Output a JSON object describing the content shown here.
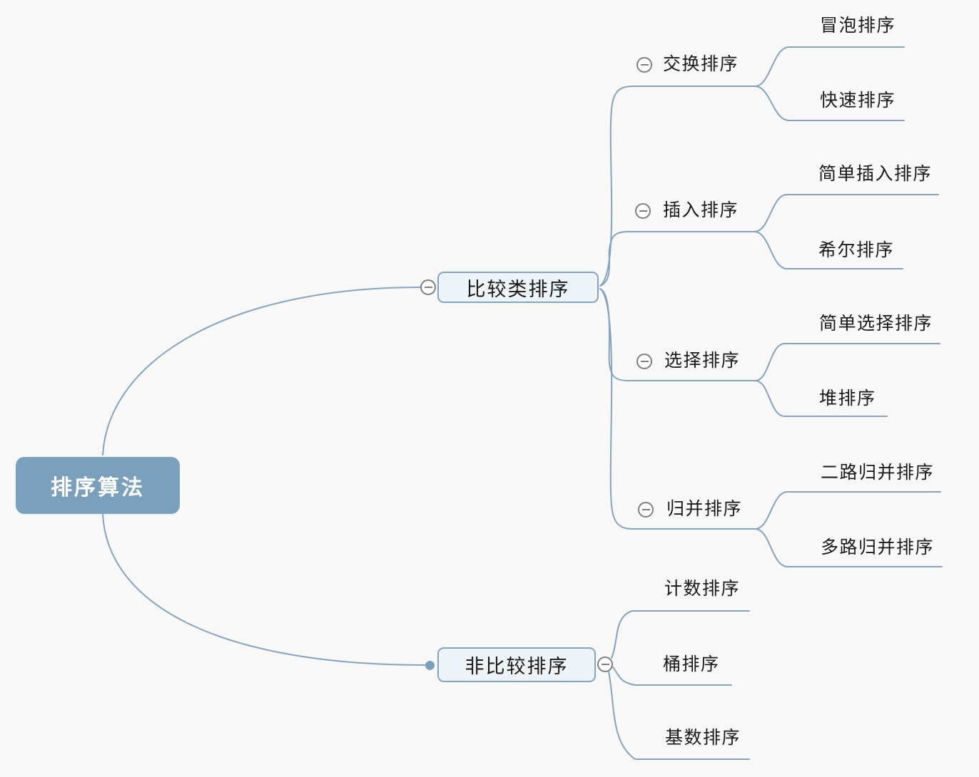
{
  "colors": {
    "background": "#f8f8f8",
    "edge": "#86a3bd",
    "root_fill": "#7ba0bc",
    "root_text": "#ffffff",
    "branch_fill": "#eef3f8",
    "branch_border": "#84a3be",
    "text": "#1a1a1a",
    "collapse_icon_gray": "#7f7f7f"
  },
  "root": {
    "label": "排序算法"
  },
  "branches": [
    {
      "label": "比较类排序",
      "collapse_icon": "minus-circle",
      "children": [
        {
          "label": "交换排序",
          "collapse_icon": "minus-circle",
          "children": [
            {
              "label": "冒泡排序"
            },
            {
              "label": "快速排序"
            }
          ]
        },
        {
          "label": "插入排序",
          "collapse_icon": "minus-circle",
          "children": [
            {
              "label": "简单插入排序"
            },
            {
              "label": "希尔排序"
            }
          ]
        },
        {
          "label": "选择排序",
          "collapse_icon": "minus-circle",
          "children": [
            {
              "label": "简单选择排序"
            },
            {
              "label": "堆排序"
            }
          ]
        },
        {
          "label": "归并排序",
          "collapse_icon": "minus-circle",
          "children": [
            {
              "label": "二路归并排序"
            },
            {
              "label": "多路归并排序"
            }
          ]
        }
      ]
    },
    {
      "label": "非比较排序",
      "collapse_icon": "minus-circle",
      "children": [
        {
          "label": "计数排序"
        },
        {
          "label": "桶排序"
        },
        {
          "label": "基数排序"
        }
      ]
    }
  ]
}
